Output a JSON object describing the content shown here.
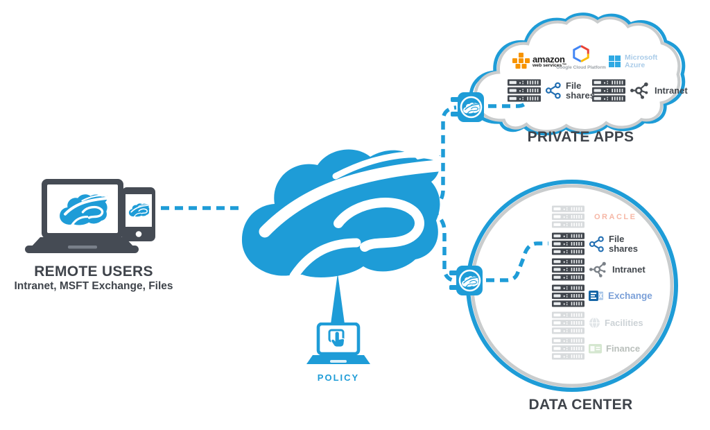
{
  "remote_users": {
    "title": "REMOTE USERS",
    "subtitle": "Intranet, MSFT Exchange, Files"
  },
  "policy": {
    "label": "POLICY"
  },
  "private_apps": {
    "title": "PRIVATE APPS",
    "providers": {
      "aws_line1": "amazon",
      "aws_line2": "web services™",
      "gcp": "Google Cloud Platform",
      "azure_line1": "Microsoft",
      "azure_line2": "Azure"
    },
    "services": [
      {
        "label": "File shares"
      },
      {
        "label": "Intranet"
      }
    ]
  },
  "data_center": {
    "title": "DATA CENTER",
    "rows": [
      {
        "label": "ORACLE",
        "state": "inactive"
      },
      {
        "label": "File shares",
        "state": "active"
      },
      {
        "label": "Intranet",
        "state": "active"
      },
      {
        "label": "Exchange",
        "state": "active"
      },
      {
        "label": "Facilities",
        "state": "inactive"
      },
      {
        "label": "Finance",
        "state": "inactive"
      }
    ]
  },
  "colors": {
    "brand_blue": "#1e9cd7",
    "dark_gray": "#42474e",
    "inactive_gray": "#d8dbdd",
    "oracle_red": "#f6b7a6",
    "exchange_blue": "#7ba0d8",
    "aws_orange": "#f79400",
    "azure_blue": "#2fa9e3",
    "azure_text": "#a9cbe8",
    "gcp_gray": "#9aa0a6",
    "finance_green": "#d5e7d0"
  }
}
